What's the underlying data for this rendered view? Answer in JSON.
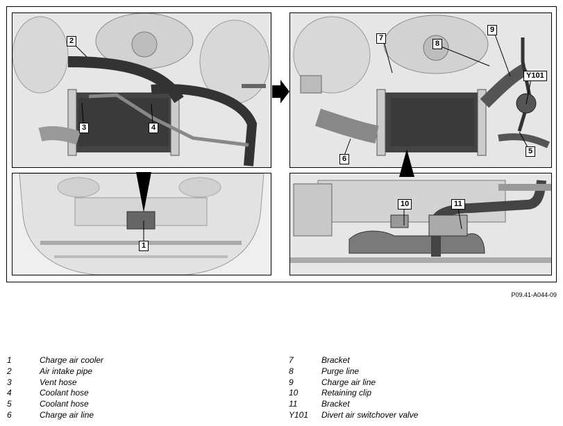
{
  "callouts": {
    "c1": "1",
    "c2": "2",
    "c3": "3",
    "c4": "4",
    "c5": "5",
    "c6": "6",
    "c7": "7",
    "c8": "8",
    "c9": "9",
    "c10": "10",
    "c11": "11",
    "cY101": "Y101"
  },
  "figure_ref": "P09.41-A044-09",
  "legend": {
    "left": [
      {
        "num": "1",
        "text": "Charge air cooler"
      },
      {
        "num": "2",
        "text": "Air intake pipe"
      },
      {
        "num": "3",
        "text": "Vent hose"
      },
      {
        "num": "4",
        "text": "Coolant hose"
      },
      {
        "num": "5",
        "text": "Coolant hose"
      },
      {
        "num": "6",
        "text": "Charge air line"
      }
    ],
    "right": [
      {
        "num": "7",
        "text": "Bracket"
      },
      {
        "num": "8",
        "text": "Purge line"
      },
      {
        "num": "9",
        "text": "Charge air line"
      },
      {
        "num": "10",
        "text": "Retaining clip"
      },
      {
        "num": "11",
        "text": "Bracket"
      },
      {
        "num": "Y101",
        "text": "Divert air switchover valve"
      }
    ]
  }
}
